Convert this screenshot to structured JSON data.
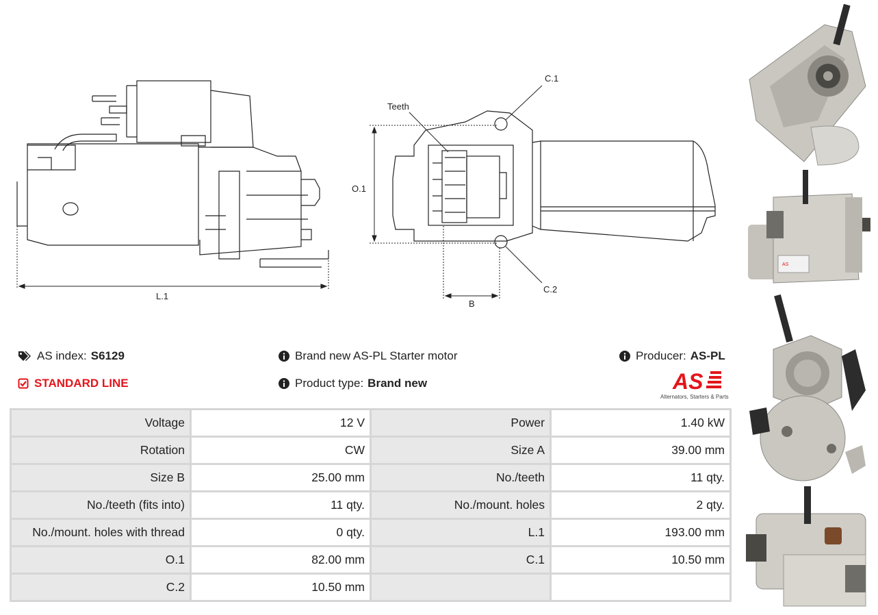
{
  "drawing": {
    "label_l1": "L.1",
    "label_o1": "O.1",
    "label_b": "B",
    "label_c1": "C.1",
    "label_c2": "C.2",
    "label_teeth": "Teeth"
  },
  "info": {
    "as_index_label": "AS index:",
    "as_index_value": "S6129",
    "line_label": "STANDARD LINE",
    "description": "Brand new AS-PL Starter motor",
    "product_type_label": "Product type:",
    "product_type_value": "Brand new",
    "producer_label": "Producer:",
    "producer_value": "AS-PL",
    "logo_text": "AS",
    "logo_subtitle": "Alternators, Starters & Parts"
  },
  "specs": [
    [
      "Voltage",
      "12 V",
      "Power",
      "1.40 kW"
    ],
    [
      "Rotation",
      "CW",
      "Size A",
      "39.00 mm"
    ],
    [
      "Size B",
      "25.00 mm",
      "No./teeth",
      "11 qty."
    ],
    [
      "No./teeth (fits into)",
      "11 qty.",
      "No./mount. holes",
      "2 qty."
    ],
    [
      "No./mount. holes with thread",
      "0 qty.",
      "L.1",
      "193.00 mm"
    ],
    [
      "O.1",
      "82.00 mm",
      "C.1",
      "10.50 mm"
    ],
    [
      "C.2",
      "10.50 mm",
      "",
      ""
    ]
  ],
  "colors": {
    "accent_red": "#e3151b",
    "label_cell_bg": "#e8e8e8",
    "border": "#d6d6d6"
  },
  "icons": {
    "tags": "tags-icon",
    "check": "check-square-icon",
    "info": "info-circle-icon"
  }
}
